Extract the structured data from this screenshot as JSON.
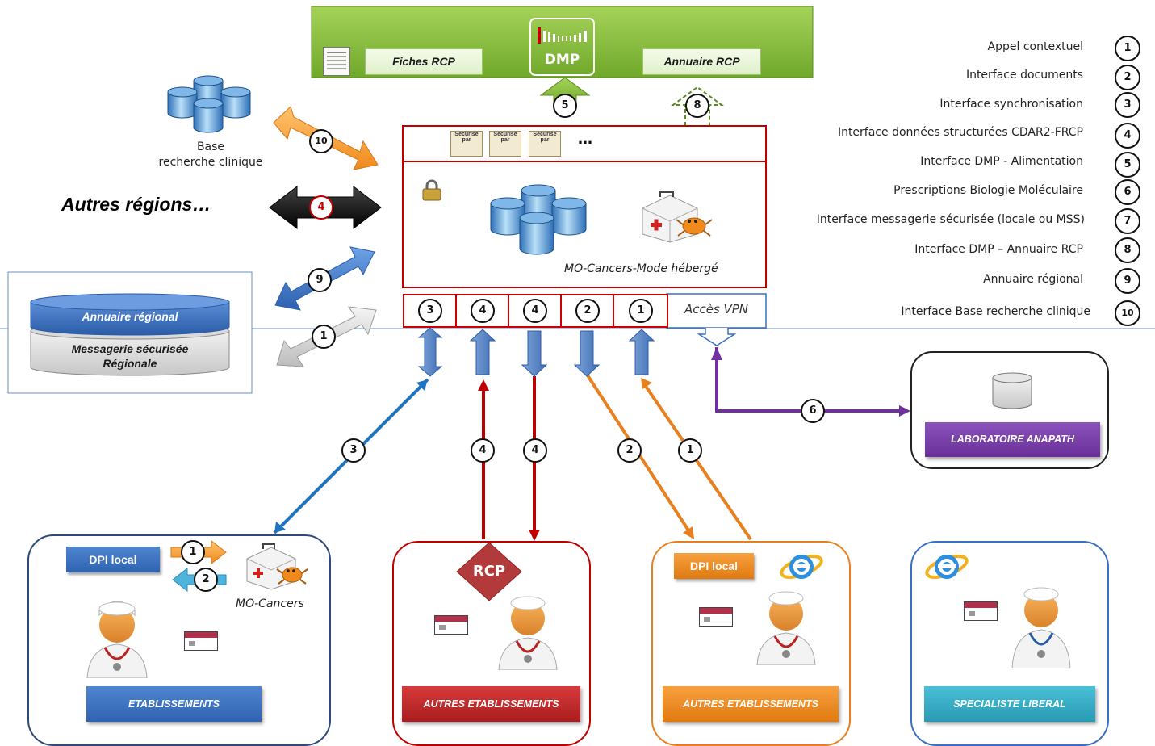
{
  "top_bar": {
    "fiches_rcp": "Fiches  RCP",
    "dmp": "DMP",
    "annuaire_rcp": "Annuaire  RCP"
  },
  "left": {
    "base_recherche_line1": "Base",
    "base_recherche_line2": "recherche clinique",
    "autres_regions": "Autres régions…",
    "annuaire_regional": "Annuaire régional",
    "messagerie_line1": "Messagerie sécurisée",
    "messagerie_line2": "Régionale"
  },
  "platform": {
    "ellipsis": "…",
    "securise_label": "Securisé par",
    "mo_cancers_heberge": "MO-Cancers-Mode hébergé",
    "acces_vpn": "Accès VPN",
    "ports": [
      "3",
      "4",
      "4",
      "2",
      "1"
    ]
  },
  "arrow_numbers": {
    "n10": "10",
    "n4": "4",
    "n9": "9",
    "n1": "1",
    "n5": "5",
    "n8": "8",
    "n3": "3",
    "n4a": "4",
    "n4b": "4",
    "n2": "2",
    "n1b": "1",
    "n6": "6",
    "dpi1": "1",
    "dpi2": "2"
  },
  "legend": [
    {
      "num": "1",
      "label": "Appel contextuel"
    },
    {
      "num": "2",
      "label": "Interface documents"
    },
    {
      "num": "3",
      "label": "Interface synchronisation"
    },
    {
      "num": "4",
      "label": "Interface données structurées CDAR2-FRCP"
    },
    {
      "num": "5",
      "label": "Interface DMP - Alimentation"
    },
    {
      "num": "6",
      "label": "Prescriptions  Biologie Moléculaire"
    },
    {
      "num": "7",
      "label": "Interface messagerie sécurisée (locale ou MSS)"
    },
    {
      "num": "8",
      "label": "Interface DMP – Annuaire RCP"
    },
    {
      "num": "9",
      "label": "Annuaire régional"
    },
    {
      "num": "10",
      "label": "Interface Base recherche clinique"
    }
  ],
  "labo": {
    "label": "LABORATOIRE ANAPATH"
  },
  "sites": {
    "etab": {
      "dpi": "DPI local",
      "mo_cancers": "MO-Cancers",
      "bar": "ETABLISSEMENTS"
    },
    "rcp": {
      "badge": "RCP",
      "bar": "AUTRES ETABLISSEMENTS"
    },
    "autres": {
      "dpi": "DPI local",
      "bar": "AUTRES ETABLISSEMENTS"
    },
    "liberal": {
      "bar": "SPECIALISTE LIBERAL"
    }
  },
  "colors": {
    "green_top": "#8dc63f",
    "red_frame": "#c00000",
    "blue": "#3a6fc4",
    "orange": "#e8801f",
    "purple": "#7030a0",
    "cyan": "#35a6c4"
  },
  "icons": [
    "database-icon",
    "lock-icon",
    "medical-kit-icon",
    "doctor-icon",
    "ie-browser-icon",
    "smart-card-icon",
    "document-icon",
    "securise-logo-icon"
  ]
}
